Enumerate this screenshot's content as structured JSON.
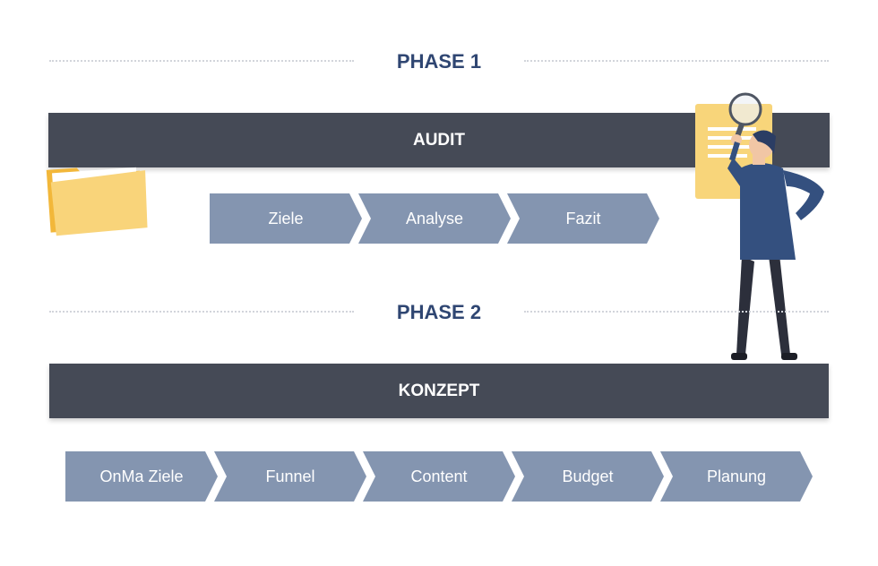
{
  "phase1": {
    "title": "PHASE 1",
    "bar_label": "AUDIT",
    "steps": [
      "Ziele",
      "Analyse",
      "Fazit"
    ]
  },
  "phase2": {
    "title": "PHASE 2",
    "bar_label": "KONZEPT",
    "steps": [
      "OnMa Ziele",
      "Funnel",
      "Content",
      "Budget",
      "Planung"
    ]
  },
  "colors": {
    "title": "#2f4672",
    "bar": "#454a56",
    "chevron": "#8495b0",
    "folder": "#f9d47a",
    "document": "#f8d57a",
    "person_jacket": "#34507f"
  },
  "icons": [
    "folder-icon",
    "document-icon",
    "magnifier-icon",
    "person-illustration"
  ]
}
